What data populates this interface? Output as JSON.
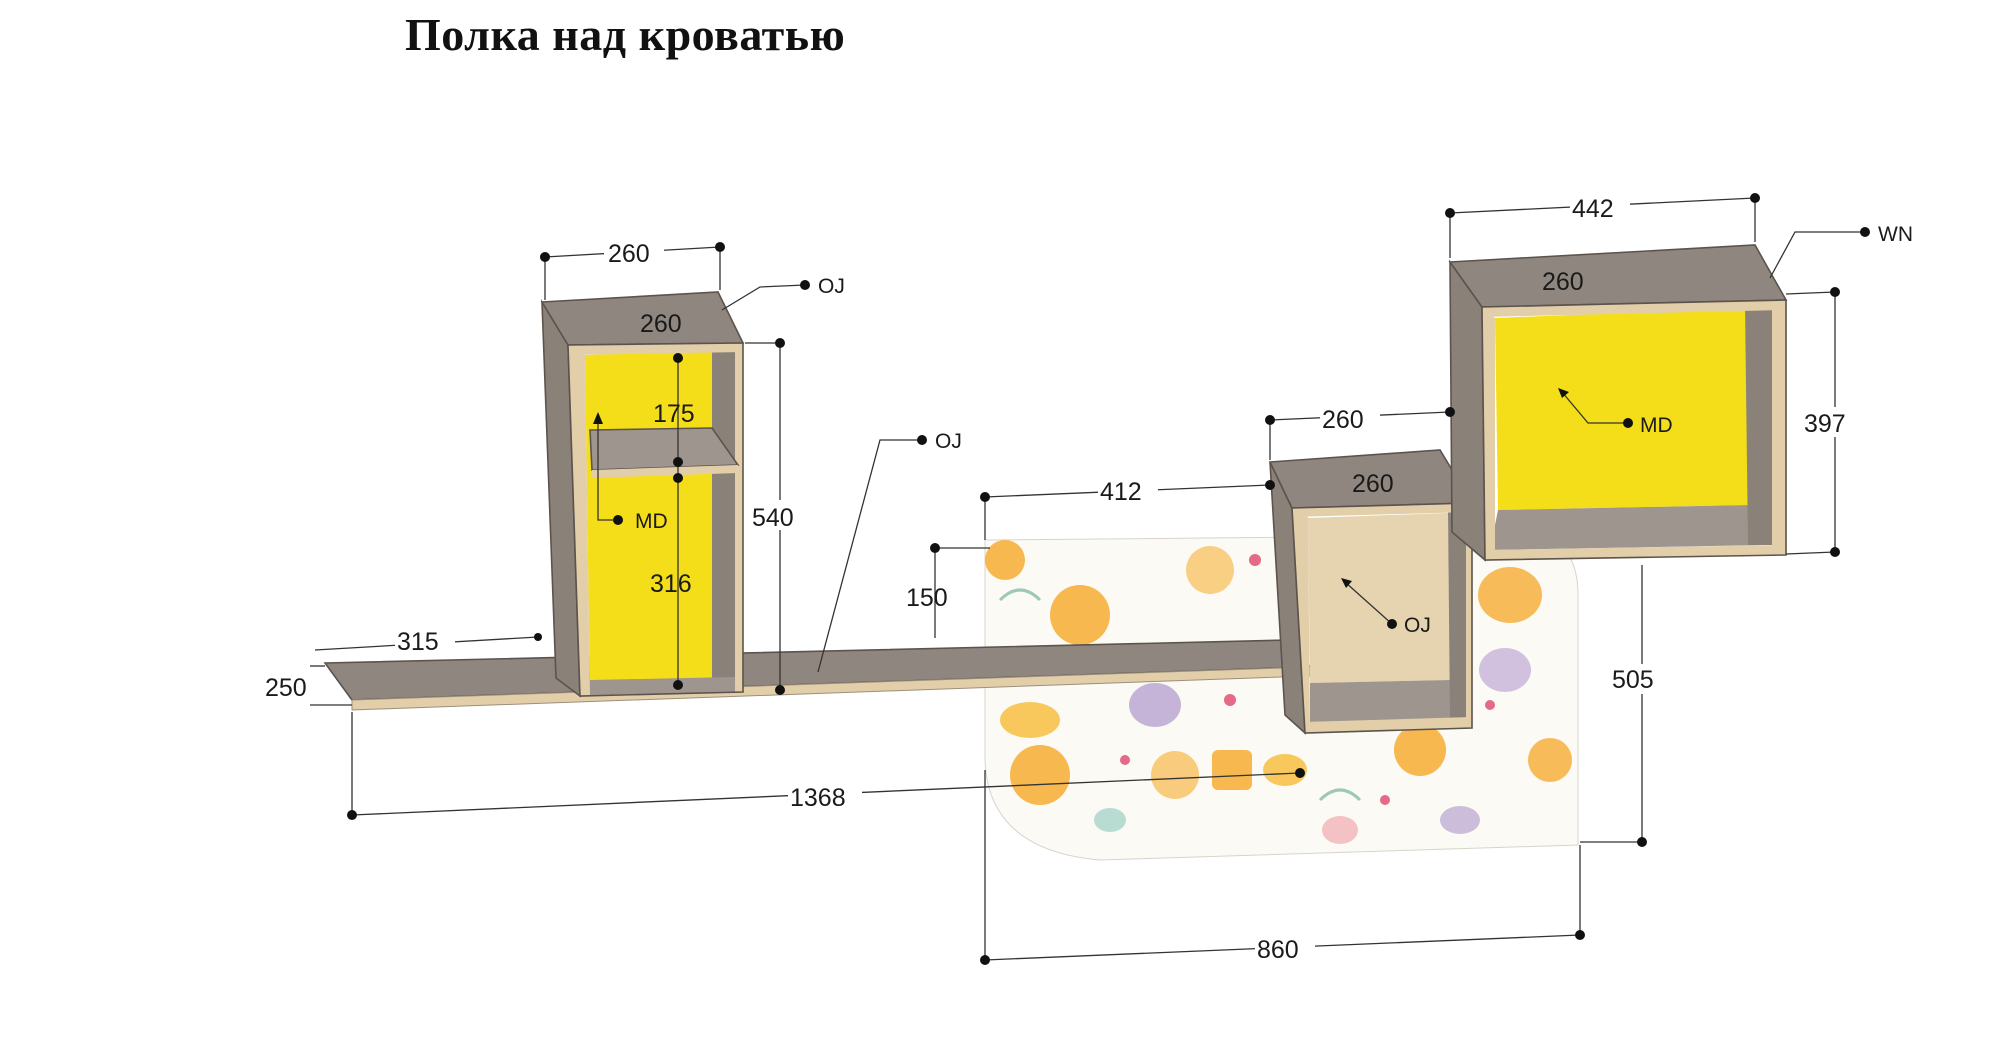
{
  "title": "Полка над кроватью",
  "dimensions": {
    "left_top_width": "260",
    "left_depth": "260",
    "left_upper_height": "175",
    "left_lower_height": "316",
    "left_total_height": "540",
    "board_left_length": "315",
    "board_depth": "250",
    "board_total_length": "1368",
    "mid_offset": "412",
    "mid_top_width": "260",
    "mid_depth": "260",
    "mid_gap_height": "150",
    "right_top_width": "442",
    "right_depth": "260",
    "right_height": "397",
    "right_offset": "260",
    "bed_height": "505",
    "bed_width": "860"
  },
  "labels": {
    "left_box": "OJ",
    "left_back": "MD",
    "board": "OJ",
    "mid_back": "OJ",
    "right_box": "WN",
    "right_back": "MD"
  },
  "colors": {
    "sheet_gray": "#8f877f",
    "edge_wood": "#e2cfaa",
    "back_yellow": "#f4de19",
    "back_wood": "#e6d4b0",
    "bed_pattern_orange": "#f6b03d",
    "bed_pattern_purple": "#b8a2cf"
  }
}
